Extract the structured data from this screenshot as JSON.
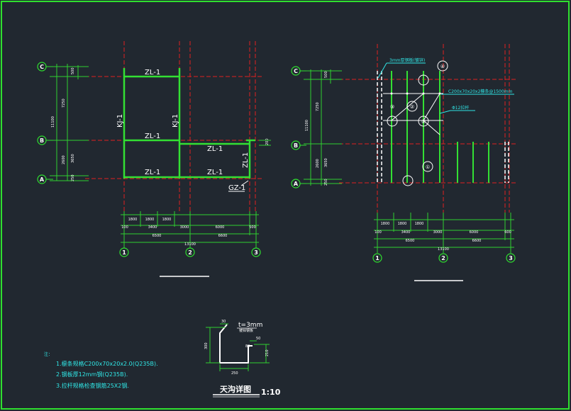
{
  "colors": {
    "background": "#212830",
    "frame": "#2fe02f",
    "beam": "#33e033",
    "axis": "#e02020",
    "dimension": "#2fd02f",
    "text_white": "#ffffff",
    "text_cyan": "#30e6e6"
  },
  "left_plan": {
    "axis_bubbles": [
      "C",
      "B",
      "A",
      "1",
      "2",
      "3"
    ],
    "beam_labels": {
      "zl_top": "ZL-1",
      "zl_mid_left": "ZL-1",
      "zl_mid_right": "ZL-1",
      "zl_bot_left": "ZL-1",
      "zl_bot_right": "ZL-1",
      "kj_left": "KJ-1",
      "kj_right": "KJ-1",
      "zl_vertical": "ZL-1",
      "gz": "GZ-1"
    },
    "vertical_dims": {
      "d1": "500",
      "d2": "7250",
      "total": "11100",
      "d3": "2600",
      "d4": "3650",
      "d5": "250",
      "side": "200"
    },
    "horizontal_dims": {
      "row1": [
        "1800",
        "1800",
        "1800"
      ],
      "row2": [
        "100",
        "3400",
        "3000",
        "6000",
        "500"
      ],
      "row3": [
        "6500",
        "6600"
      ],
      "total": "13100"
    }
  },
  "right_plan": {
    "axis_bubbles": [
      "C",
      "B",
      "A",
      "1",
      "2",
      "3"
    ],
    "callout_bubbles": [
      "④",
      "②",
      "③",
      "①",
      "④"
    ],
    "notes": {
      "top": "3mm厚钢板(镀锌)",
      "purlin": "C200x70x20x2檩条@1500mm",
      "rod": "Φ12拉杆"
    },
    "vertical_dims": {
      "d1": "500",
      "d2": "7250",
      "total": "11100",
      "d3": "2600",
      "d4": "3650",
      "d5": "250"
    },
    "horizontal_dims": {
      "row1": [
        "1800",
        "1800",
        "1800"
      ],
      "row2": [
        "100",
        "3400",
        "3000",
        "6000",
        "600"
      ],
      "row3": [
        "6500",
        "6600"
      ],
      "total": "13100"
    }
  },
  "notes": {
    "heading": "注：",
    "lines": [
      "1.檩条规格C200x70x20x2.0(Q235B).",
      "2.钢板厚12mm钢(Q235B).",
      "3.拉杆规格检查钢筋25X2钢."
    ]
  },
  "gutter_detail": {
    "thickness": "t=3mm",
    "thickness_note": "镀锌钢板",
    "dims": {
      "top": "30",
      "left": "300",
      "right_top": "50",
      "lip": "80",
      "right": "210",
      "bottom": "250"
    },
    "title": "天沟详图",
    "scale": "1:10"
  }
}
